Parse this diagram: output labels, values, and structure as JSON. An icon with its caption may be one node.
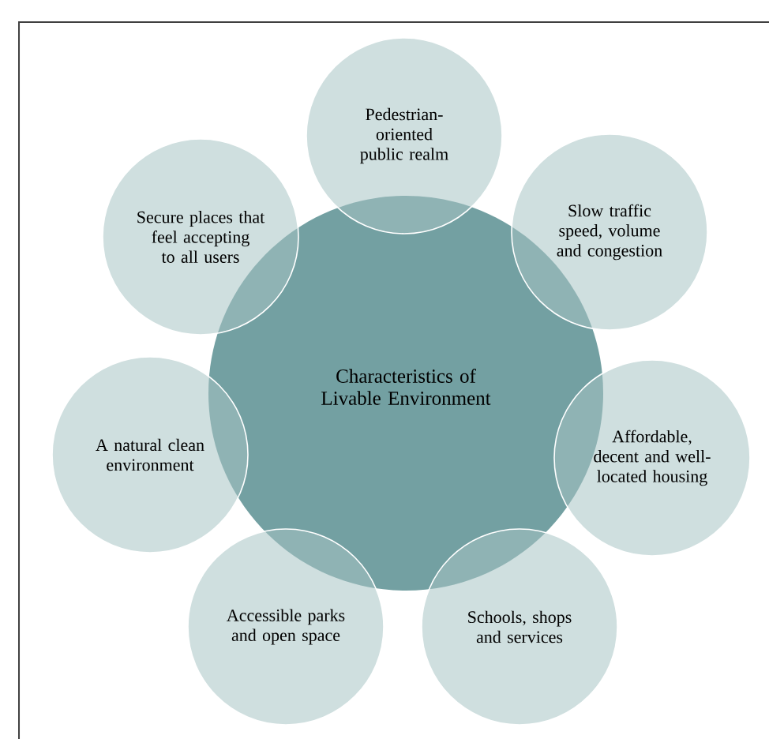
{
  "diagram": {
    "nodes": [
      {
        "text": [
          "Characteristics of Livable Environment"
        ]
      },
      {
        "text": [
          "Pedestrian-oriented public realm"
        ]
      },
      {
        "text": [
          "Slow traffic speed, volume and congestion"
        ]
      },
      {
        "text": [
          "Affordable, decent and well-located housing"
        ]
      },
      {
        "text": [
          "Schools, shops and services"
        ]
      },
      {
        "text": [
          "Accessible parks and open space"
        ]
      },
      {
        "text": [
          "A natural clean environment"
        ]
      },
      {
        "text": [
          "Secure places that feel accepting to all users"
        ]
      }
    ]
  }
}
